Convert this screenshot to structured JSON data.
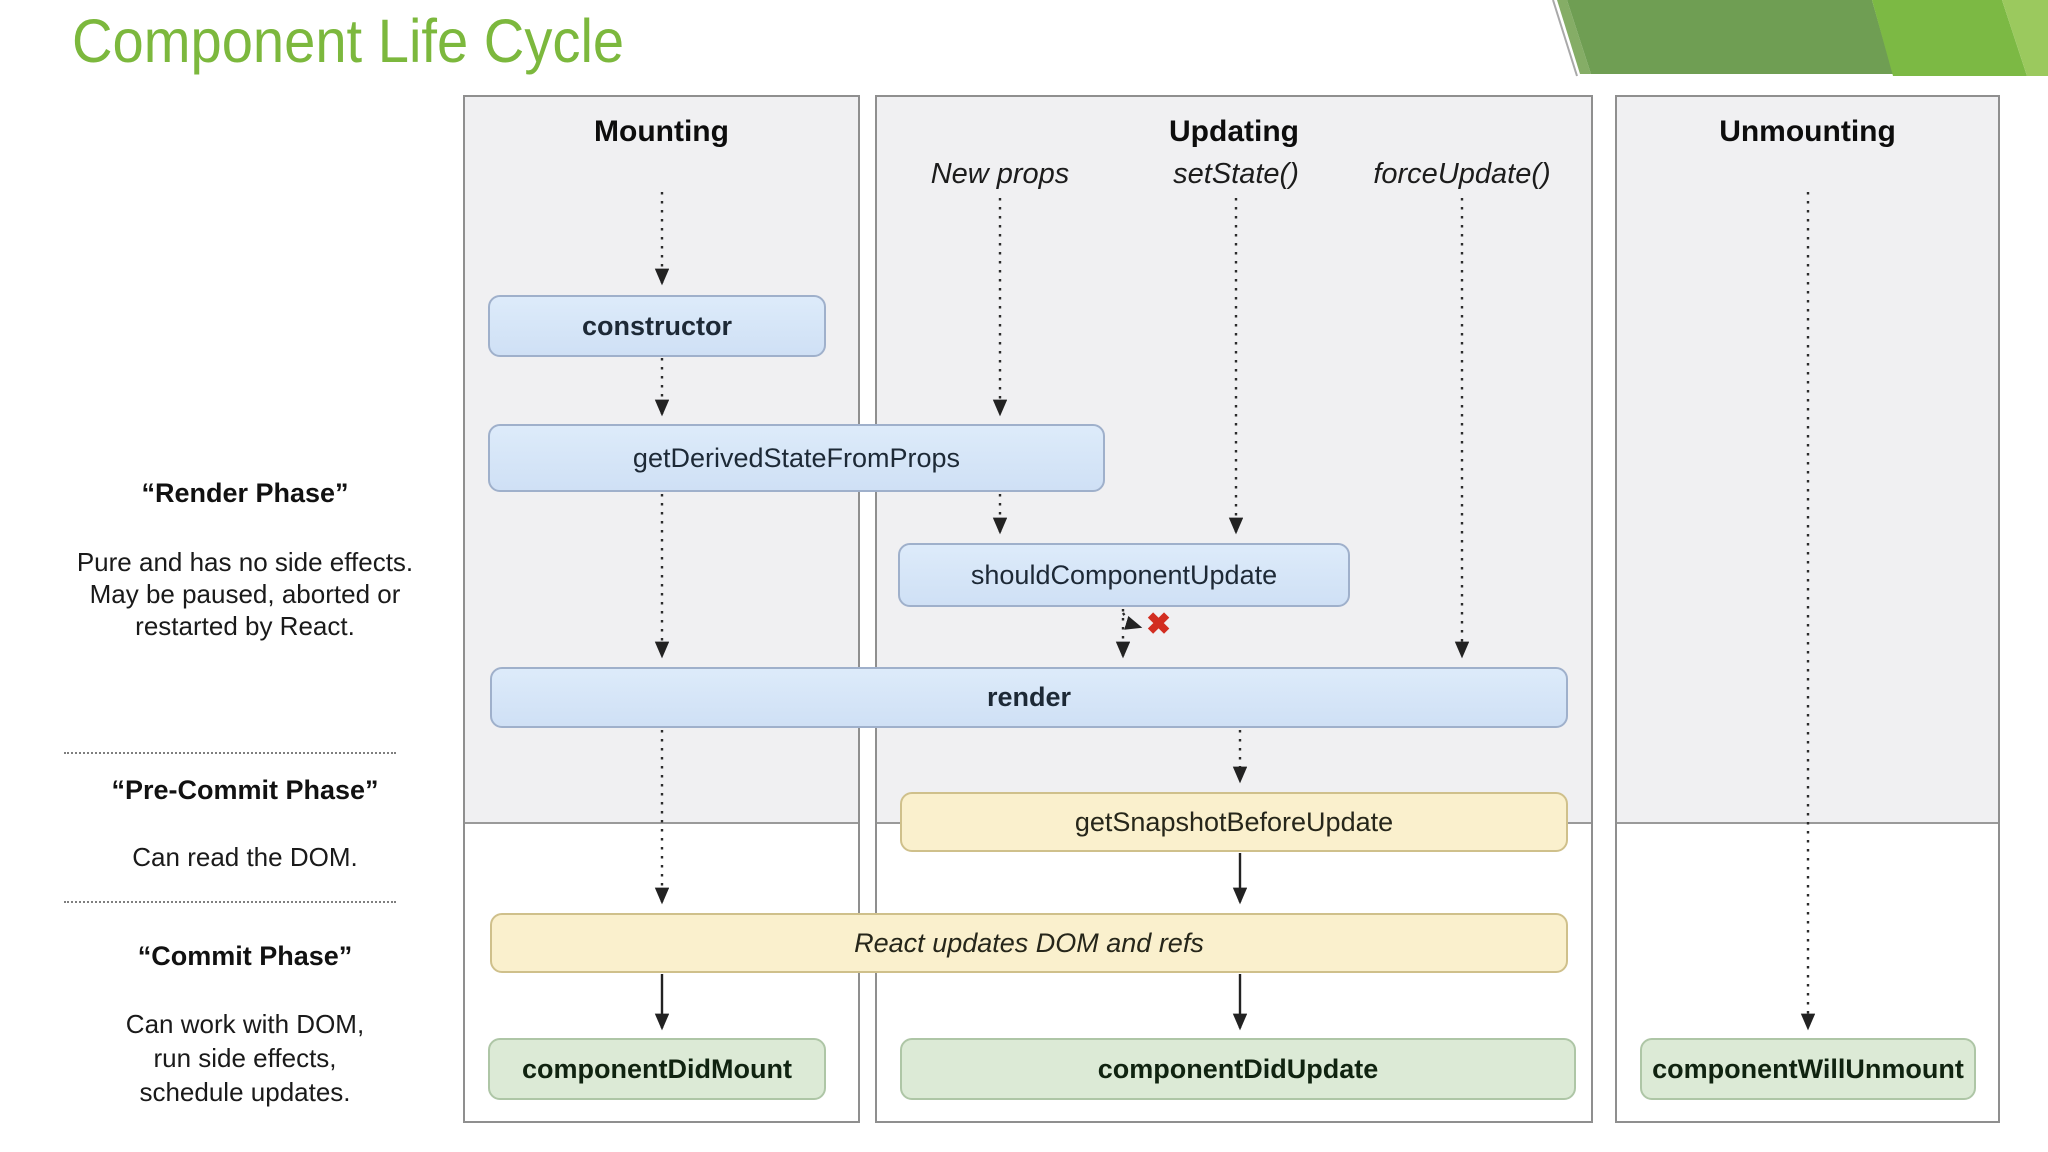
{
  "title": "Component Life Cycle",
  "sidebar": {
    "render_phase": {
      "heading": "“Render Phase”",
      "lines": [
        "Pure and has no side effects.",
        "May be paused, aborted or",
        "restarted by React."
      ]
    },
    "pre_commit_phase": {
      "heading": "“Pre-Commit Phase”",
      "lines": [
        "Can read the DOM."
      ]
    },
    "commit_phase": {
      "heading": "“Commit Phase”",
      "lines": [
        "Can work with DOM,",
        "run side effects,",
        "schedule updates."
      ]
    }
  },
  "columns": {
    "mounting": "Mounting",
    "updating": "Updating",
    "unmounting": "Unmounting"
  },
  "triggers": {
    "new_props": "New props",
    "set_state": "setState()",
    "force_update": "forceUpdate()"
  },
  "boxes": {
    "constructor": "constructor",
    "get_derived": "getDerivedStateFromProps",
    "should_update": "shouldComponentUpdate",
    "render": "render",
    "get_snapshot": "getSnapshotBeforeUpdate",
    "react_updates": "React updates DOM and refs",
    "did_mount": "componentDidMount",
    "did_update": "componentDidUpdate",
    "will_unmount": "componentWillUnmount"
  },
  "abort_mark": "✖",
  "colors": {
    "title_green": "#7cb83d",
    "deco_green_dark": "#6f9e53",
    "deco_green_bright": "#7cb944",
    "deco_green_light": "#9bc95e",
    "panel_gray": "#f0f0f2",
    "box_blue": "#d5e4f8",
    "box_yellow": "#faf0cd",
    "box_green": "#dcead6",
    "abort_red": "#d22d21"
  }
}
